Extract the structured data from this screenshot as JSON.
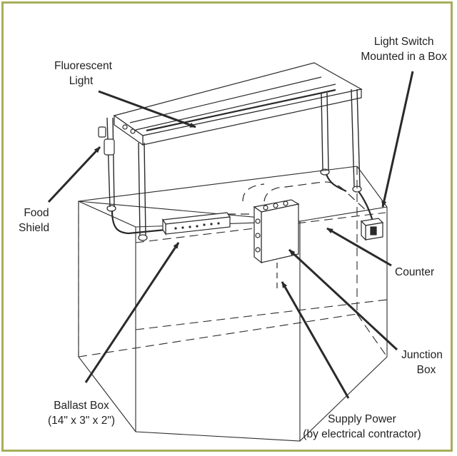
{
  "labels": {
    "fluorescent_light": [
      "Fluorescent",
      "Light"
    ],
    "light_switch": [
      "Light Switch",
      "Mounted in a Box"
    ],
    "food_shield": [
      "Food",
      "Shield"
    ],
    "counter": "Counter",
    "junction_box": [
      "Junction",
      "Box"
    ],
    "ballast_box": [
      "Ballast Box",
      "(14\" x 3\" x 2\")"
    ],
    "supply_power": [
      "Supply Power",
      "(by electrical contractor)"
    ]
  },
  "colors": {
    "frame_border": "#a7ad5a",
    "line": "#2a2a2a",
    "text": "#222222"
  }
}
